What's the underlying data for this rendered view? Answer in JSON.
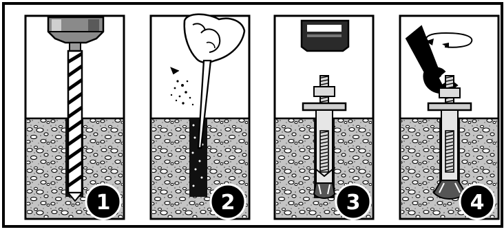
{
  "title": "",
  "colors": {
    "ink": "#000000",
    "paper": "#ffffff",
    "concrete": "#bfbfbf",
    "steel": "#7a7a7a",
    "light_steel": "#dcdcdc"
  },
  "steps": [
    {
      "number": "1",
      "icon": "drill-bit-icon"
    },
    {
      "number": "2",
      "icon": "blower-cleaning-icon"
    },
    {
      "number": "3",
      "icon": "hammer-insert-anchor-icon"
    },
    {
      "number": "4",
      "icon": "wrench-tighten-icon"
    }
  ]
}
